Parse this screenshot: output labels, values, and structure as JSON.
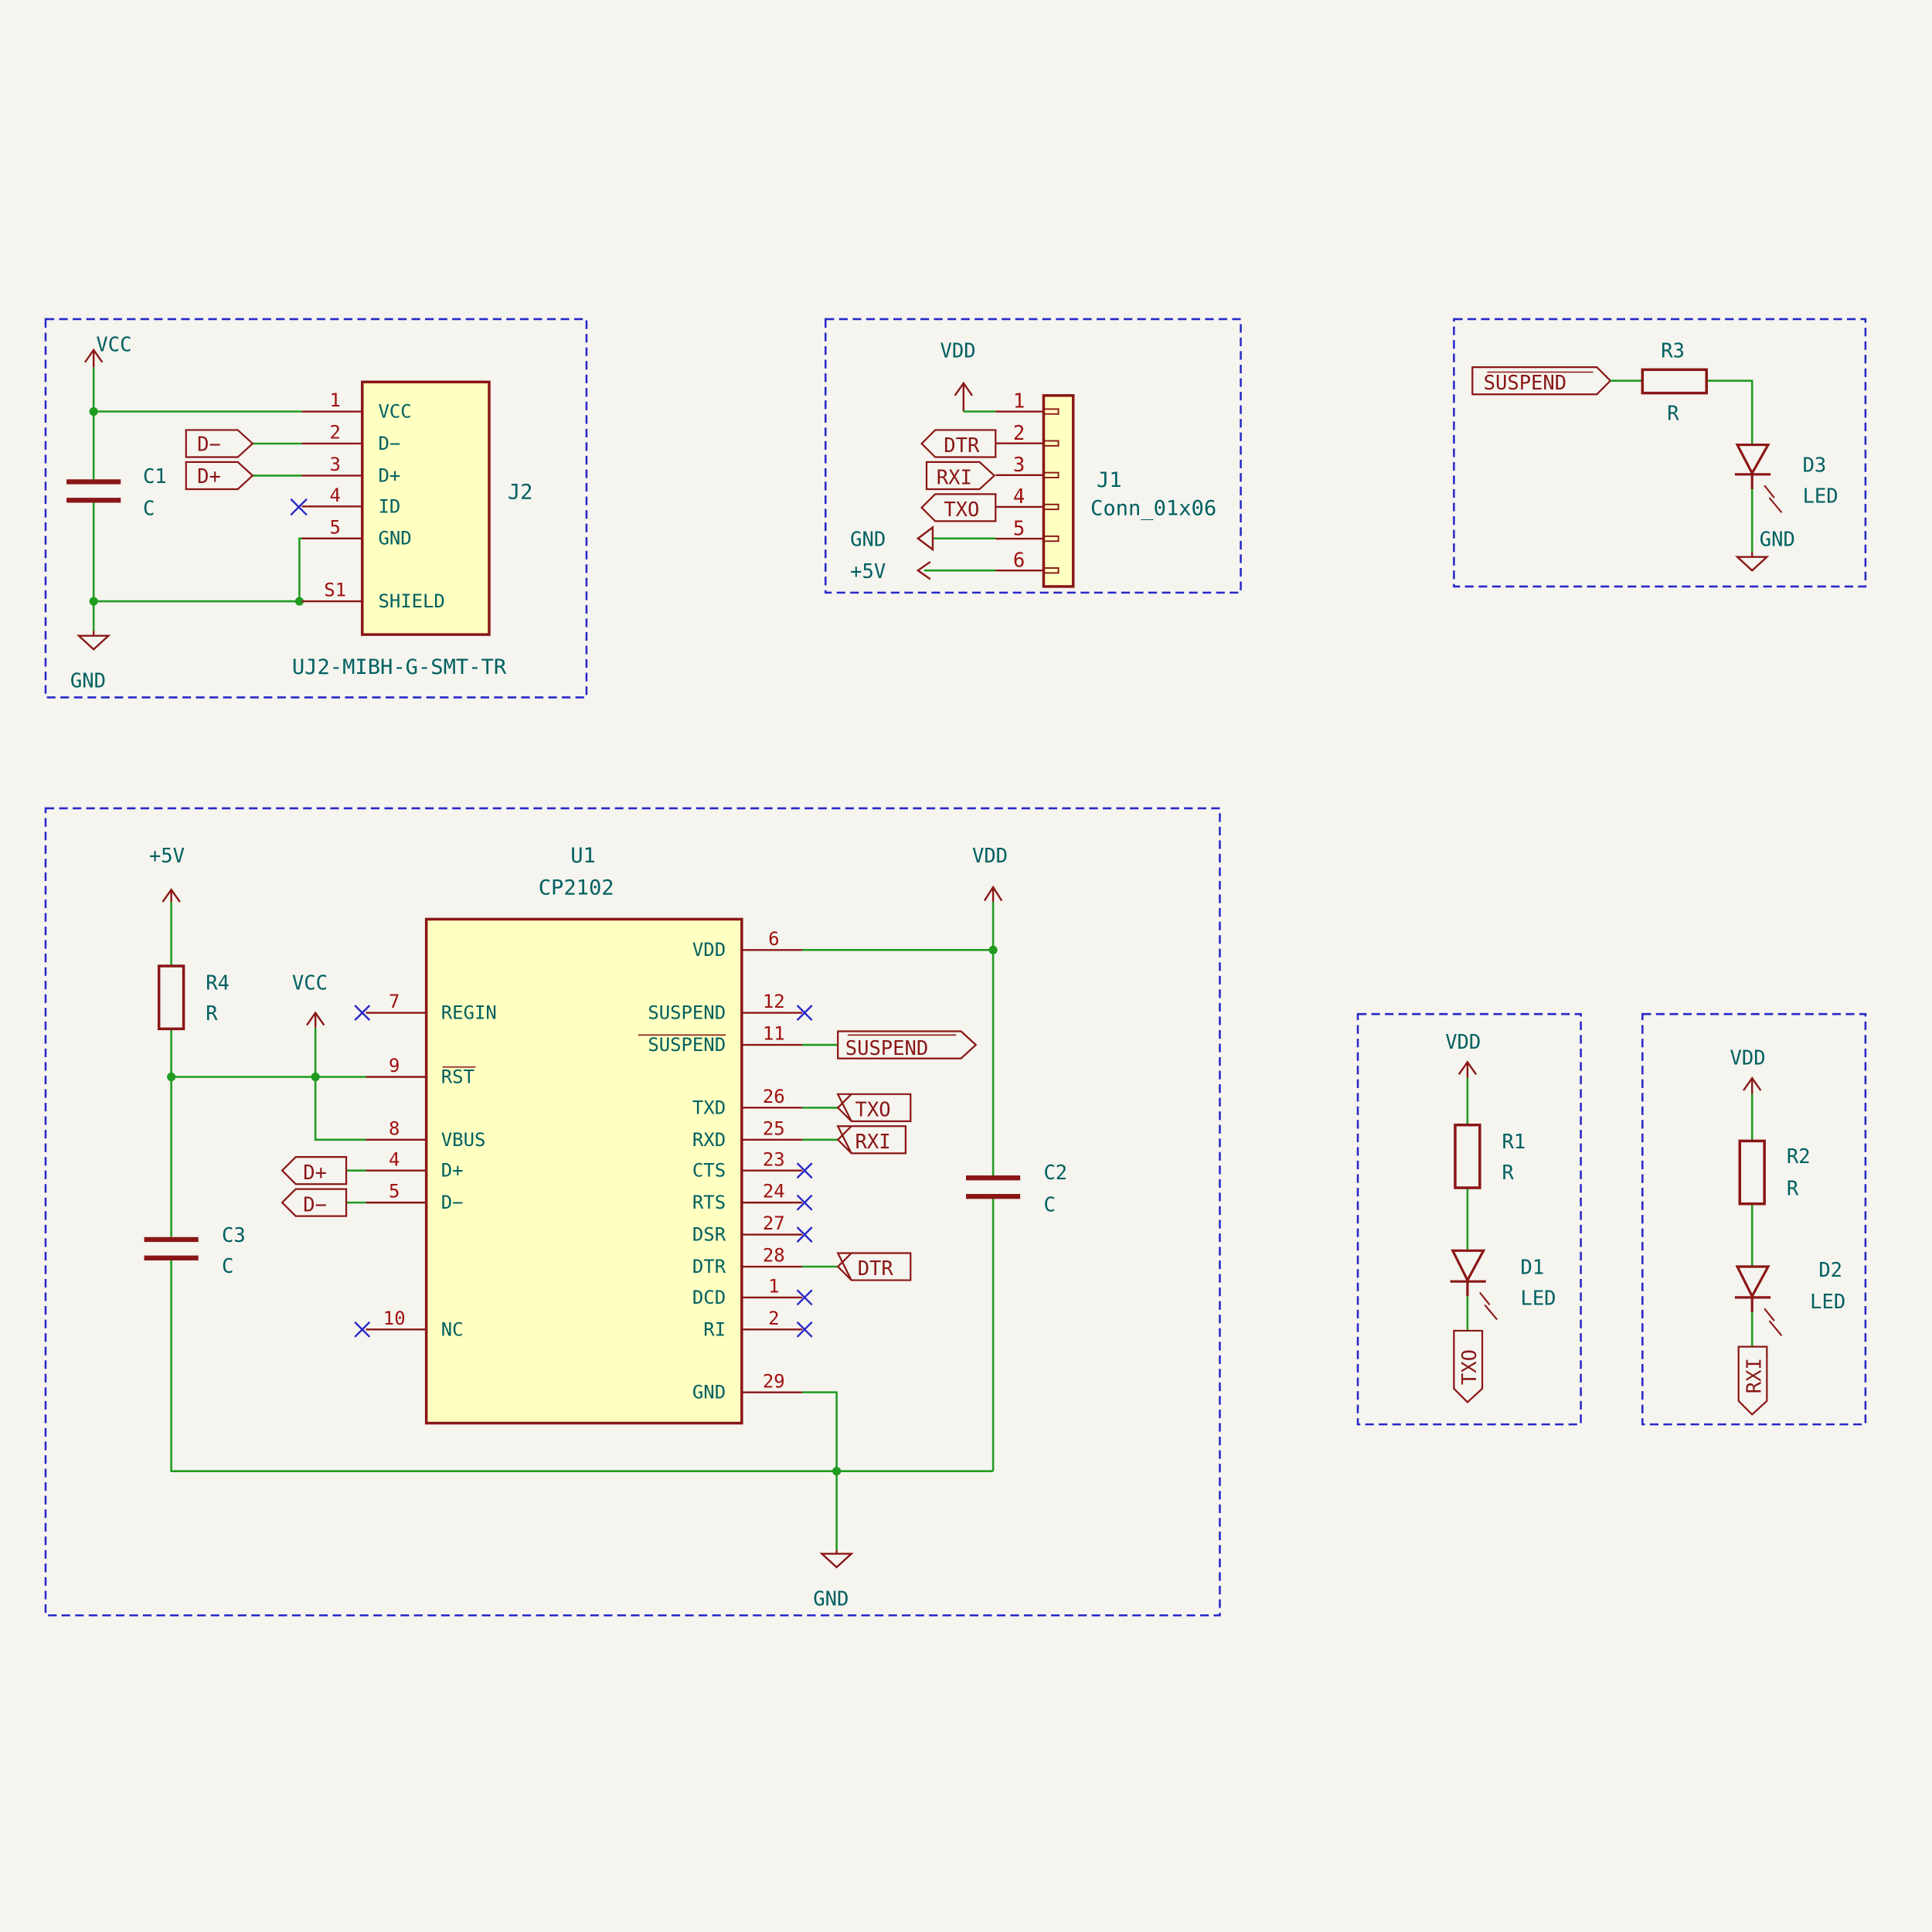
{
  "colors": {
    "background": "#f5f4ef",
    "wire": "#1f9b1f",
    "symbol": "#8a1616",
    "body_fill": "#ffffc2",
    "net_text": "#006060",
    "frame": "#2828c8",
    "no_connect": "#2828c8",
    "junction": "#1f9b1f",
    "pin_number": "#a01010"
  },
  "usb_connector": {
    "ref": "J2",
    "part": "UJ2-MIBH-G-SMT-TR",
    "pins": [
      {
        "num": "1",
        "name": "VCC"
      },
      {
        "num": "2",
        "name": "D−"
      },
      {
        "num": "3",
        "name": "D+"
      },
      {
        "num": "4",
        "name": "ID"
      },
      {
        "num": "5",
        "name": "GND"
      },
      {
        "num": "S1",
        "name": "SHIELD"
      }
    ],
    "power_top": "VCC",
    "power_bottom": "GND",
    "labels": [
      "D−",
      "D+"
    ],
    "cap": {
      "ref": "C1",
      "value": "C"
    }
  },
  "header": {
    "ref": "J1",
    "part": "Conn_01x06",
    "power_top": "VDD",
    "pins": [
      "1",
      "2",
      "3",
      "4",
      "5",
      "6"
    ],
    "labels": [
      "DTR",
      "RXI",
      "TXO"
    ],
    "power_left": [
      "GND",
      "+5V"
    ]
  },
  "suspend_led": {
    "label": "SUSPEND",
    "resistor": {
      "ref": "R3",
      "value": "R"
    },
    "led": {
      "ref": "D3",
      "value": "LED"
    },
    "ground": "GND"
  },
  "bridge": {
    "ref": "U1",
    "part": "CP2102",
    "left_pins": [
      {
        "num": "7",
        "name": "REGIN"
      },
      {
        "num": "9",
        "name": "RST"
      },
      {
        "num": "8",
        "name": "VBUS"
      },
      {
        "num": "4",
        "name": "D+"
      },
      {
        "num": "5",
        "name": "D−"
      },
      {
        "num": "10",
        "name": "NC"
      }
    ],
    "right_pins": [
      {
        "num": "6",
        "name": "VDD"
      },
      {
        "num": "12",
        "name": "SUSPEND"
      },
      {
        "num": "11",
        "name": "SUSPEND"
      },
      {
        "num": "26",
        "name": "TXD"
      },
      {
        "num": "25",
        "name": "RXD"
      },
      {
        "num": "23",
        "name": "CTS"
      },
      {
        "num": "24",
        "name": "RTS"
      },
      {
        "num": "27",
        "name": "DSR"
      },
      {
        "num": "28",
        "name": "DTR"
      },
      {
        "num": "1",
        "name": "DCD"
      },
      {
        "num": "2",
        "name": "RI"
      },
      {
        "num": "29",
        "name": "GND"
      }
    ],
    "power": [
      "+5V",
      "VCC",
      "VDD",
      "GND"
    ],
    "labels_left": [
      "D+",
      "D−"
    ],
    "labels_right": [
      "SUSPEND",
      "TXO",
      "RXI",
      "DTR"
    ],
    "r4": {
      "ref": "R4",
      "value": "R"
    },
    "c3": {
      "ref": "C3",
      "value": "C"
    },
    "c2": {
      "ref": "C2",
      "value": "C"
    }
  },
  "tx_led": {
    "power": "VDD",
    "resistor": {
      "ref": "R1",
      "value": "R"
    },
    "led": {
      "ref": "D1",
      "value": "LED"
    },
    "label": "TXO"
  },
  "rx_led": {
    "power": "VDD",
    "resistor": {
      "ref": "R2",
      "value": "R"
    },
    "led": {
      "ref": "D2",
      "value": "LED"
    },
    "label": "RXI"
  }
}
